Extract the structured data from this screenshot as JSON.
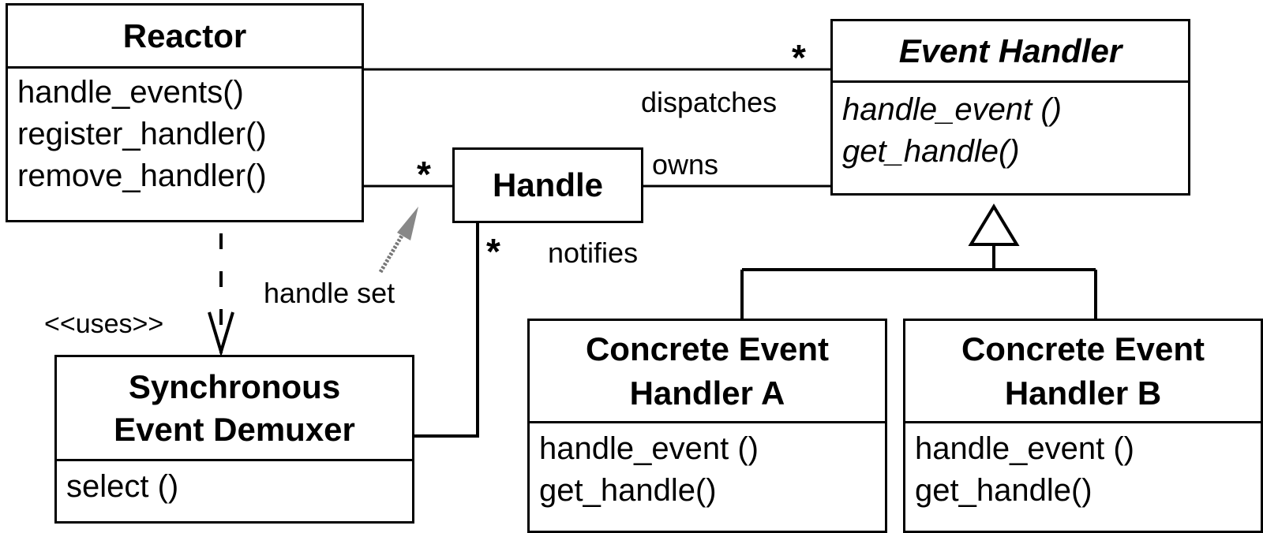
{
  "classes": {
    "reactor": {
      "name": "Reactor",
      "methods": [
        "handle_events()",
        "register_handler()",
        "remove_handler()"
      ]
    },
    "event_handler": {
      "name": "Event Handler",
      "methods": [
        "handle_event ()",
        "get_handle()"
      ]
    },
    "handle": {
      "name": "Handle"
    },
    "demuxer": {
      "name_line1": "Synchronous",
      "name_line2": "Event Demuxer",
      "methods": [
        "select ()"
      ]
    },
    "concrete_a": {
      "name_line1": "Concrete Event",
      "name_line2": "Handler A",
      "methods": [
        "handle_event ()",
        "get_handle()"
      ]
    },
    "concrete_b": {
      "name_line1": "Concrete Event",
      "name_line2": "Handler B",
      "methods": [
        "handle_event ()",
        "get_handle()"
      ]
    }
  },
  "labels": {
    "dispatches": "dispatches",
    "owns": "owns",
    "notifies": "notifies",
    "handle_set": "handle set",
    "uses": "<<uses>>"
  },
  "multiplicity": {
    "reactor_eventhandler": "*",
    "reactor_handle": "*",
    "handle_demuxer": "*"
  }
}
